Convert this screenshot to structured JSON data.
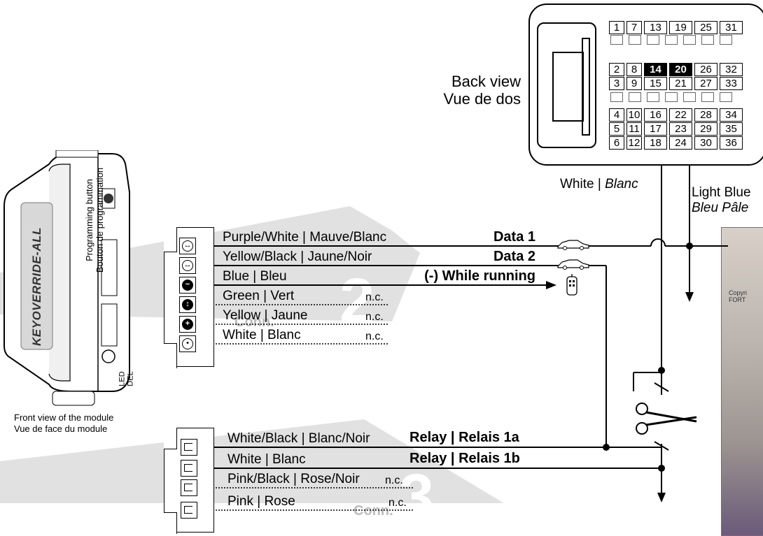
{
  "connector": {
    "view_label_en": "Back view",
    "view_label_fr": "Vue de dos",
    "pins_top": [
      "1",
      "7",
      "13",
      "19",
      "25",
      "31"
    ],
    "pins_mid1": [
      "2",
      "8",
      "14",
      "20",
      "26",
      "32"
    ],
    "pins_mid2": [
      "3",
      "9",
      "15",
      "21",
      "27",
      "33"
    ],
    "pins_bot1": [
      "4",
      "10",
      "16",
      "22",
      "28",
      "34"
    ],
    "pins_bot2": [
      "5",
      "11",
      "17",
      "23",
      "29",
      "35"
    ],
    "pins_bot3": [
      "6",
      "12",
      "18",
      "24",
      "30",
      "36"
    ],
    "highlighted_pins": [
      "14",
      "20"
    ],
    "wire_white": "White | ",
    "wire_white_fr": "Blanc",
    "wire_lightblue": "Light Blue",
    "wire_lightblue_fr": "Bleu Pâle"
  },
  "module": {
    "brand": "KEYOVERRIDE-ALL",
    "prog_button_en": "Programming button",
    "prog_button_fr": "Bouton de programmation",
    "led_en": "LED",
    "led_fr": "DEL",
    "caption_en": "Front view of the module",
    "caption_fr": "Vue de face du module"
  },
  "connector_a": {
    "wires": [
      {
        "name": "Purple/White |  Mauve/Blanc",
        "function": "Data 1",
        "icon": "car-icon"
      },
      {
        "name": "Yellow/Black | Jaune/Noir",
        "function": "Data 2",
        "icon": "car-icon"
      },
      {
        "name": "Blue | Bleu",
        "function": "(-) While running",
        "icon": "remote-icon"
      },
      {
        "name": "Green | Vert",
        "function": "n.c."
      },
      {
        "name": "Yellow | Jaune",
        "function": "n.c."
      },
      {
        "name": "White | Blanc",
        "function": "n.c."
      }
    ],
    "watermark": "Conn. 2"
  },
  "connector_b": {
    "wires": [
      {
        "name": "White/Black | Blanc/Noir",
        "function": "Relay | Relais 1a"
      },
      {
        "name": "White | Blanc",
        "function": "Relay | Relais 1b"
      },
      {
        "name": "Pink/Black | Rose/Noir",
        "function": "n.c."
      },
      {
        "name": "Pink | Rose",
        "function": "n.c."
      }
    ],
    "watermark": "Conn. 3"
  },
  "photo": {
    "copyright_l1": "Copyri",
    "copyright_l2": "FORT"
  },
  "colors": {
    "wire": "#000000",
    "watermark": "#d9d9d9",
    "photo_border": "#c0504d",
    "highlight_pin": "#000000"
  }
}
